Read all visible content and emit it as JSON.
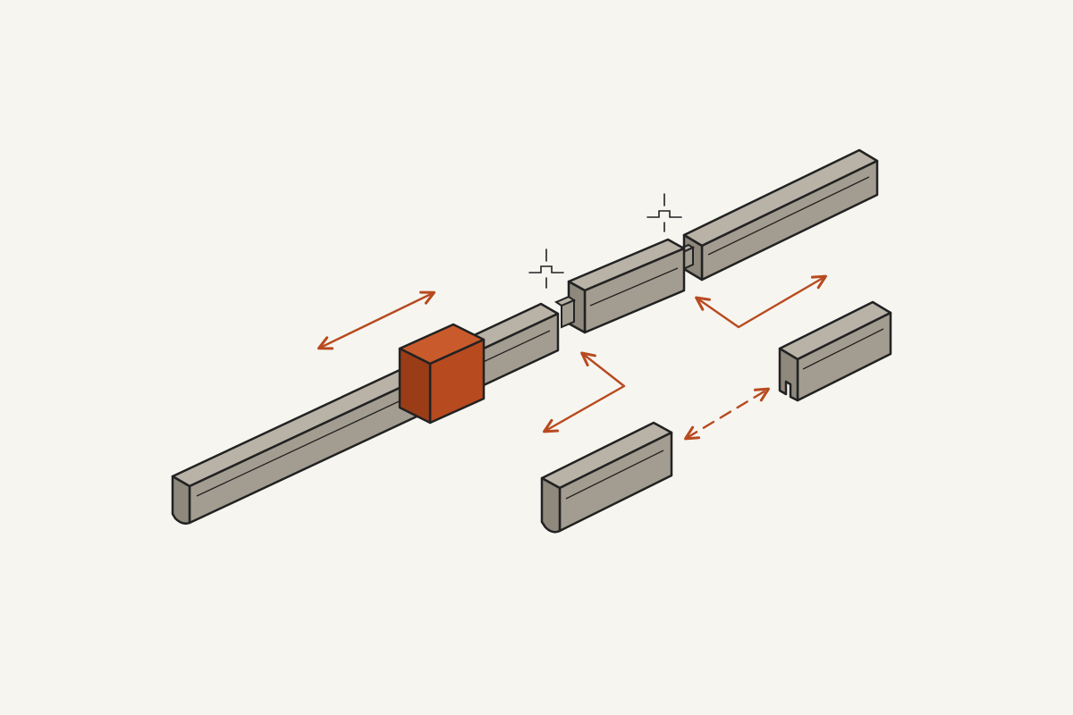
{
  "diagram": {
    "type": "exploded assembly illustration",
    "text_labels": [],
    "colors": {
      "background": "#f6f5f0",
      "bar_face": "#a39d91",
      "bar_top": "#b8b2a7",
      "bar_end": "#8e887d",
      "outline": "#222222",
      "accent": "#b84a1f",
      "accent_dark": "#9a3d17",
      "accent_light": "#c95a2c"
    },
    "parts": [
      {
        "name": "main-rail",
        "icon": "long-bar"
      },
      {
        "name": "sliding-collar",
        "icon": "collar-block",
        "highlighted": true
      },
      {
        "name": "middle-segment",
        "icon": "short-bar"
      },
      {
        "name": "right-rail",
        "icon": "long-bar"
      },
      {
        "name": "loose-bar",
        "icon": "short-bar"
      },
      {
        "name": "channel-bar",
        "icon": "slotted-bar"
      }
    ],
    "annotations": [
      {
        "name": "collar-slide-arrow",
        "icon": "double-arrow"
      },
      {
        "name": "segment-move-arrow",
        "icon": "elbow-arrow"
      },
      {
        "name": "rail-connect-arrow",
        "icon": "elbow-arrow"
      },
      {
        "name": "swap-arrow",
        "icon": "dashed-double-arrow"
      },
      {
        "name": "joint-marker-left",
        "icon": "crosshair"
      },
      {
        "name": "joint-marker-right",
        "icon": "crosshair"
      }
    ]
  }
}
